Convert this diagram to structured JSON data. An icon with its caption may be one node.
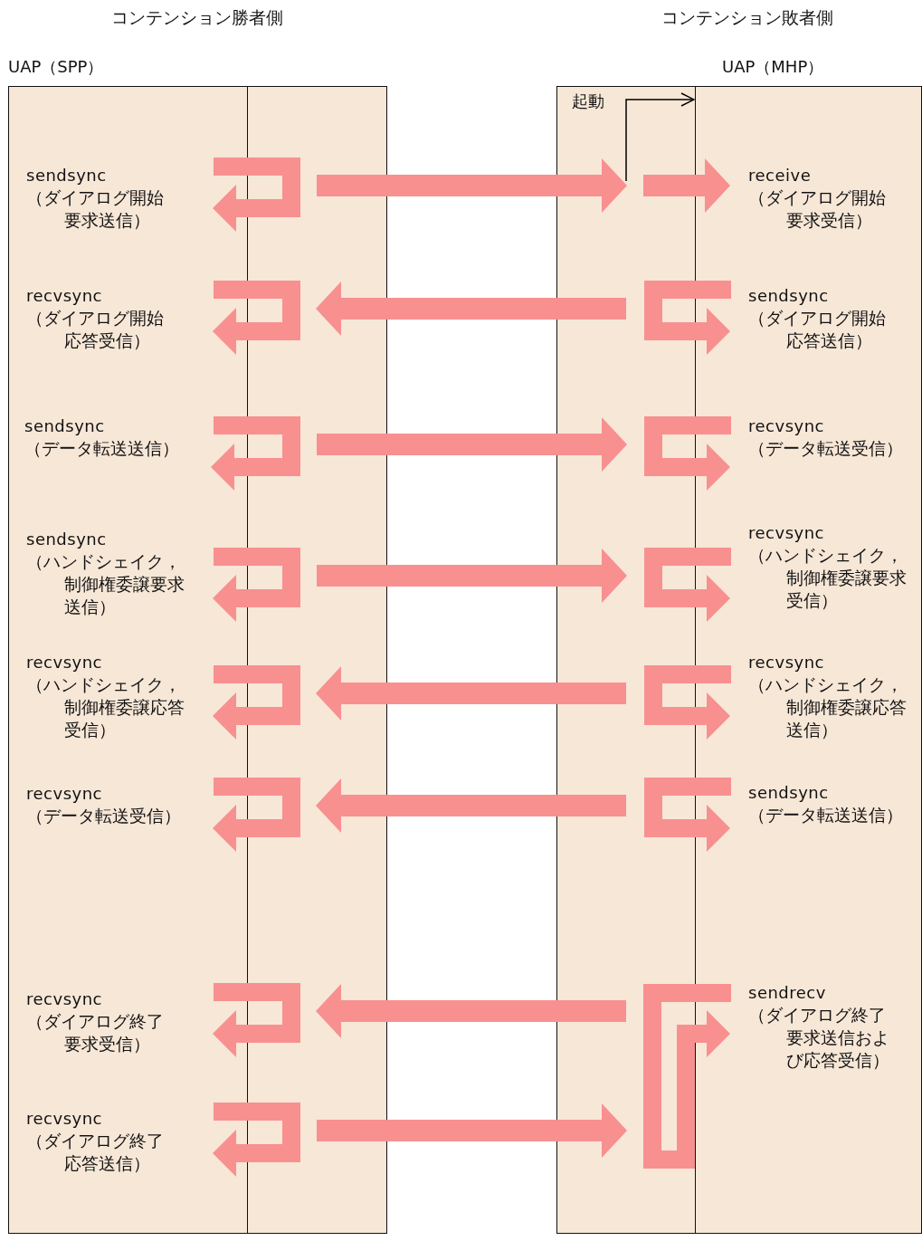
{
  "diagram": {
    "nodes": [
      {
        "text": [
          "UAP（SPP）"
        ]
      },
      {
        "text": [
          "sendsync",
          "（ダイアログ開始要求送信）"
        ],
        "in": 0
      },
      {
        "text": [
          "recvsync",
          "（ダイアログ開始応答受信）"
        ],
        "in": 0
      },
      {
        "text": [
          "sendsync",
          "（データ転送送信）"
        ],
        "in": 0
      },
      {
        "text": [
          "sendsync",
          "（ハンドシェイク，制御権委譲要求送信）"
        ],
        "in": 0
      },
      {
        "text": [
          "recvsync",
          "（ハンドシェイク，制御権委譲応答受信）"
        ],
        "in": 0
      },
      {
        "text": [
          "recvsync",
          "（データ転送受信）"
        ],
        "in": 0
      },
      {
        "text": [
          "recvsync",
          "（ダイアログ終了要求受信）"
        ],
        "in": 0
      },
      {
        "text": [
          "recvsync",
          "（ダイアログ終了応答送信）"
        ],
        "in": 0
      },
      {
        "text": [],
        "shape": "box"
      },
      {
        "text": [],
        "shape": "box"
      },
      {
        "text": [
          "UAP（MHP）"
        ]
      },
      {
        "text": [
          "receive",
          "（ダイアログ開始要求受信）"
        ],
        "in": 11
      },
      {
        "text": [
          "sendsync",
          "（ダイアログ開始応答送信）"
        ],
        "in": 11
      },
      {
        "text": [
          "recvsync",
          "（データ転送受信）"
        ],
        "in": 11
      },
      {
        "text": [
          "recvsync",
          "（ハンドシェイク，制御権委譲要求受信）"
        ],
        "in": 11
      },
      {
        "text": [
          "recvsync",
          "（ハンドシェイク，制御権委譲応答送信）"
        ],
        "in": 11
      },
      {
        "text": [
          "sendsync",
          "（データ転送送信）"
        ],
        "in": 11
      },
      {
        "text": [
          "sendrecv",
          "（ダイアログ終了要求送信および応答受信）"
        ],
        "in": 11
      }
    ],
    "edges": [
      {
        "from": 9,
        "to": 10,
        "arrow": "to"
      },
      {
        "from": 10,
        "to": 9,
        "arrow": "to"
      },
      {
        "from": 9,
        "to": 10,
        "arrow": "to"
      },
      {
        "from": 9,
        "to": 10,
        "arrow": "to"
      },
      {
        "from": 10,
        "to": 9,
        "arrow": "to"
      },
      {
        "from": 10,
        "to": 9,
        "arrow": "to"
      },
      {
        "from": 10,
        "to": 9,
        "arrow": "to"
      },
      {
        "from": 9,
        "to": 10,
        "arrow": "to"
      },
      {
        "from": 10,
        "to": 12,
        "arrow": "to"
      },
      {
        "from": 10,
        "to": 11,
        "arrow": "to",
        "label": "起動",
        "color": "#000000"
      },
      {
        "from": null,
        "to": 1,
        "arrow": "to"
      },
      {
        "from": null,
        "to": 2,
        "arrow": "to"
      },
      {
        "from": null,
        "to": 3,
        "arrow": "to"
      },
      {
        "from": null,
        "to": 4,
        "arrow": "to"
      },
      {
        "from": null,
        "to": 5,
        "arrow": "to"
      },
      {
        "from": null,
        "to": 6,
        "arrow": "to"
      },
      {
        "from": null,
        "to": 7,
        "arrow": "to"
      },
      {
        "from": null,
        "to": 8,
        "arrow": "to"
      },
      {
        "from": null,
        "to": 13,
        "arrow": "to"
      },
      {
        "from": null,
        "to": 14,
        "arrow": "to"
      },
      {
        "from": null,
        "to": 15,
        "arrow": "to"
      },
      {
        "from": null,
        "to": 16,
        "arrow": "to"
      },
      {
        "from": null,
        "to": 17,
        "arrow": "to"
      },
      {
        "from": null,
        "to": 18,
        "arrow": "to"
      }
    ],
    "labels": [
      "コンテンション勝者側",
      "コンテンション敗者側"
    ]
  }
}
